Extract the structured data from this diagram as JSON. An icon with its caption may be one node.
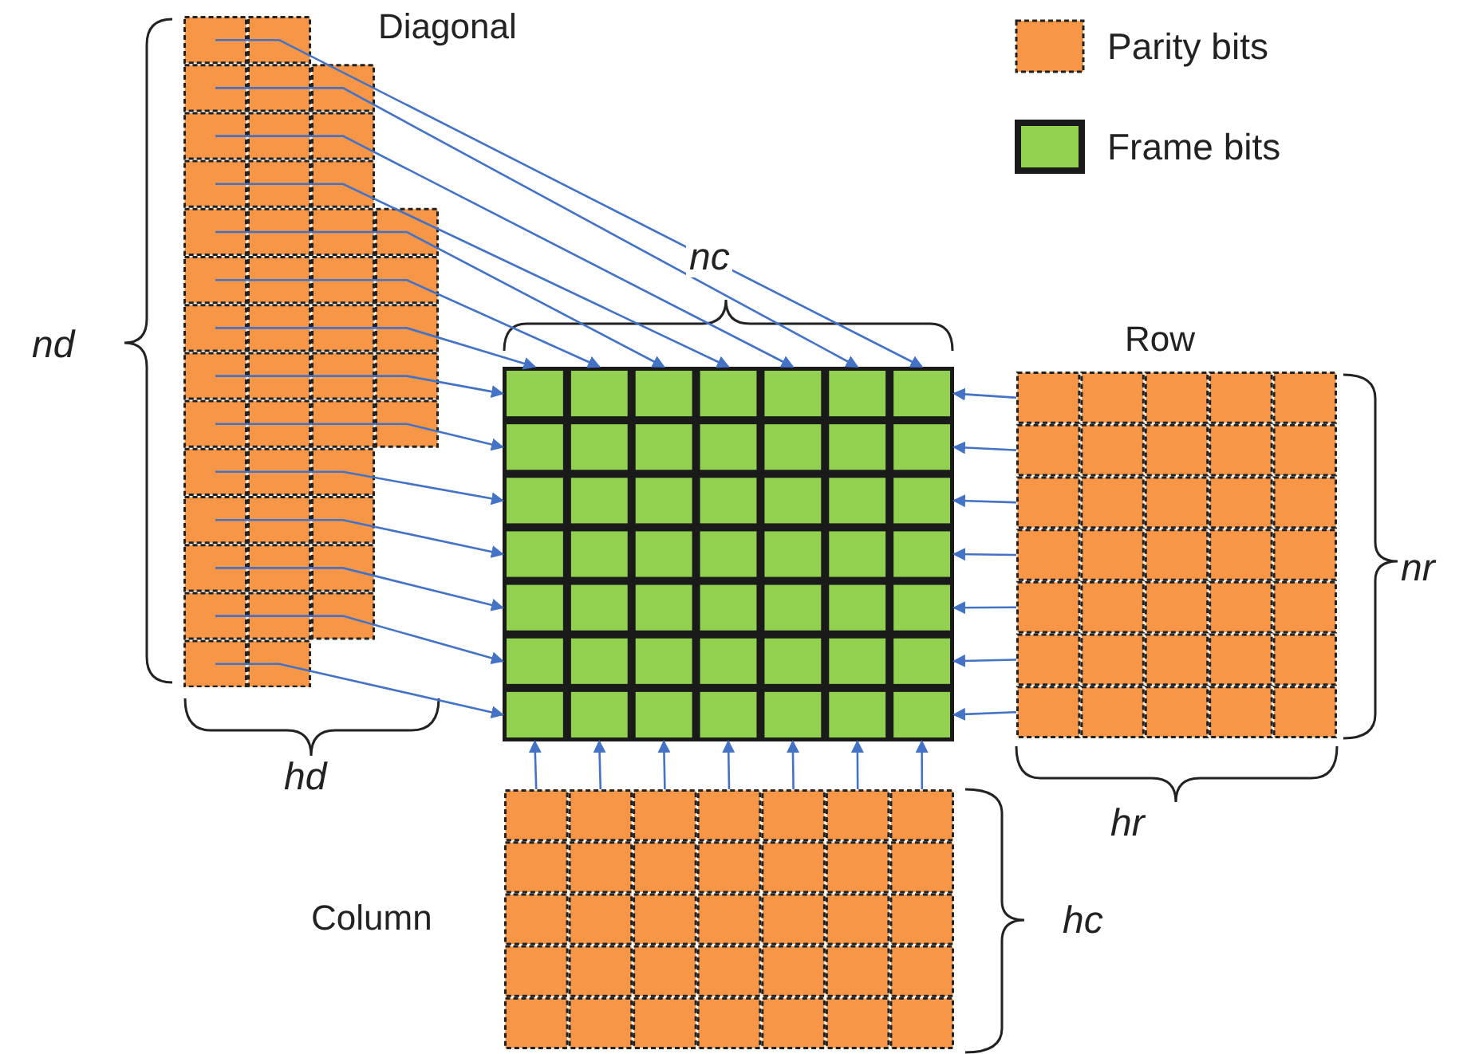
{
  "diagram": {
    "nodes": [
      {
        "text": [
          "Diagonal"
        ]
      },
      {
        "text": [],
        "shape": "box"
      },
      {
        "text": [
          "Row"
        ]
      },
      {
        "text": [
          "Column"
        ]
      }
    ],
    "edges": [
      {
        "from": 0,
        "to": 1,
        "arrow": "to"
      },
      {
        "from": 0,
        "to": 1,
        "arrow": "to"
      },
      {
        "from": 0,
        "to": 1,
        "arrow": "to"
      },
      {
        "from": 0,
        "to": 1,
        "arrow": "to"
      },
      {
        "from": 0,
        "to": 1,
        "arrow": "to"
      },
      {
        "from": 0,
        "to": 1,
        "arrow": "to"
      },
      {
        "from": 0,
        "to": 1,
        "arrow": "to"
      },
      {
        "from": 0,
        "to": 1,
        "arrow": "to"
      },
      {
        "from": 0,
        "to": 1,
        "arrow": "to"
      },
      {
        "from": 0,
        "to": 1,
        "arrow": "to"
      },
      {
        "from": 0,
        "to": 1,
        "arrow": "to"
      },
      {
        "from": 0,
        "to": 1,
        "arrow": "to"
      },
      {
        "from": 0,
        "to": 1,
        "arrow": "to"
      },
      {
        "from": 0,
        "to": 1,
        "arrow": "to"
      },
      {
        "from": 2,
        "to": 1,
        "arrow": "to"
      },
      {
        "from": 2,
        "to": 1,
        "arrow": "to"
      },
      {
        "from": 2,
        "to": 1,
        "arrow": "to"
      },
      {
        "from": 2,
        "to": 1,
        "arrow": "to"
      },
      {
        "from": 2,
        "to": 1,
        "arrow": "to"
      },
      {
        "from": 2,
        "to": 1,
        "arrow": "to"
      },
      {
        "from": 2,
        "to": 1,
        "arrow": "to"
      },
      {
        "from": 3,
        "to": 1,
        "arrow": "to"
      },
      {
        "from": 3,
        "to": 1,
        "arrow": "to"
      },
      {
        "from": 3,
        "to": 1,
        "arrow": "to"
      },
      {
        "from": 3,
        "to": 1,
        "arrow": "to"
      },
      {
        "from": 3,
        "to": 1,
        "arrow": "to"
      },
      {
        "from": 3,
        "to": 1,
        "arrow": "to"
      },
      {
        "from": 3,
        "to": 1,
        "arrow": "to"
      }
    ],
    "labels": [
      "nc",
      "nd",
      "nr",
      "hd",
      "hr",
      "hc"
    ],
    "legend": [
      {
        "text": "Parity bits",
        "color": "#f79646"
      },
      {
        "text": "Frame bits",
        "color": "#92d050"
      }
    ]
  }
}
